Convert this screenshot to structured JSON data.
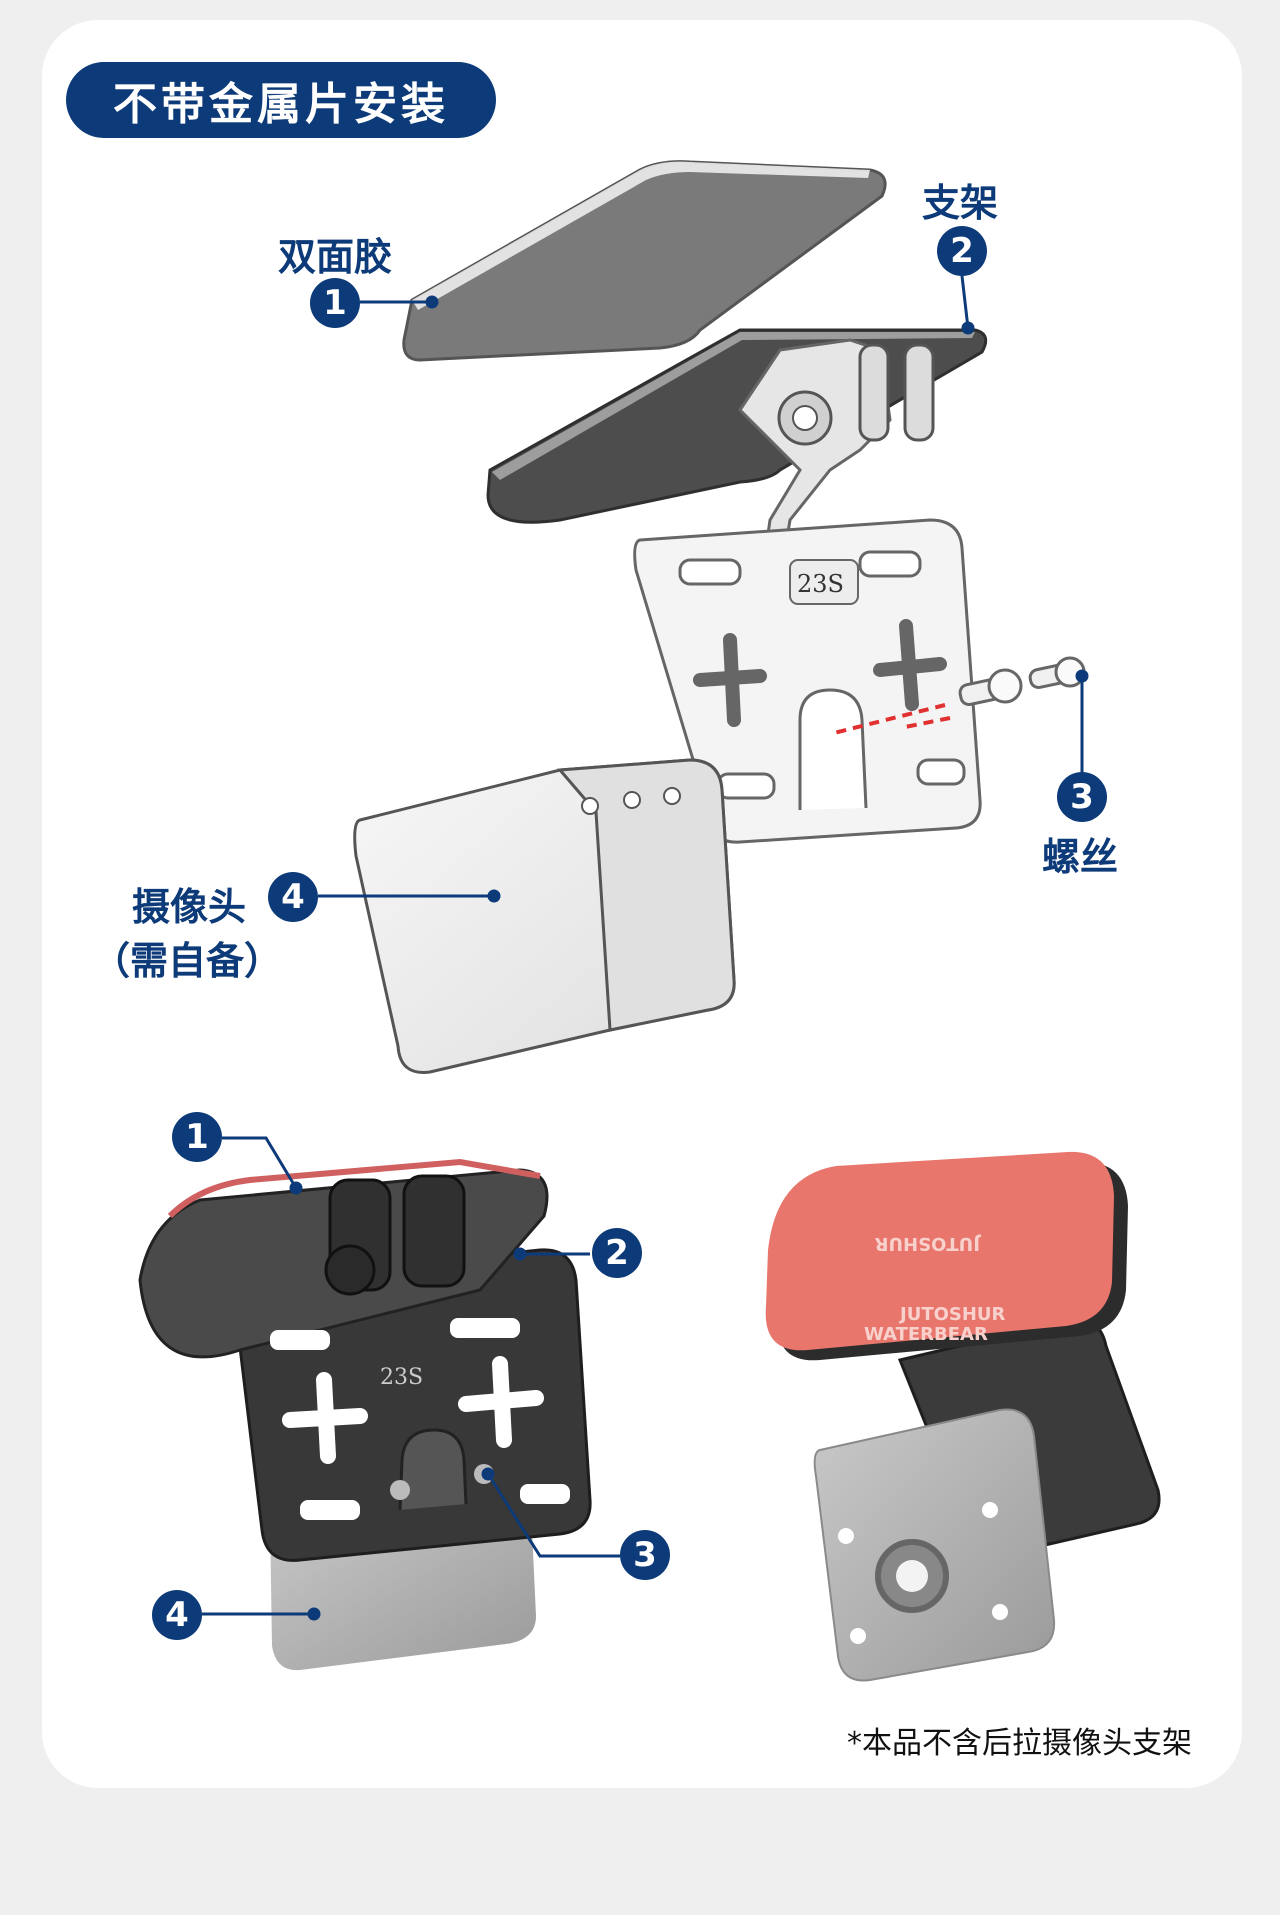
{
  "title": "不带金属片安装",
  "diagram": {
    "labels": {
      "tape": "双面胶",
      "bracket": "支架",
      "screw": "螺丝",
      "camera": "摄像头",
      "camera_note": "（需自备）"
    },
    "badges": [
      "1",
      "2",
      "3",
      "4"
    ],
    "bracket_mark": "23S",
    "tape_print": [
      "JUTOSHUR",
      "WATERBEAR"
    ]
  },
  "footnote": "*本品不含后拉摄像头支架",
  "colors": {
    "accent": "#0d3a78",
    "arrow": "#e03030",
    "tape": "#e8766c"
  }
}
